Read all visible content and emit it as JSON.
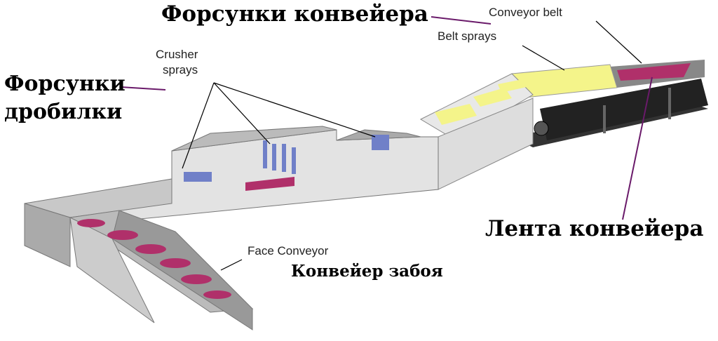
{
  "labels": {
    "belt_sprays_ru": "Форсунки конвейера",
    "conveyor_belt_en": "Conveyor belt",
    "belt_sprays_en": "Belt sprays",
    "crusher_sprays_en_1": "Crusher",
    "crusher_sprays_en_2": "sprays",
    "crusher_sprays_ru_1": "Форсунки",
    "crusher_sprays_ru_2": "дробилки",
    "conveyor_belt_ru": "Лента конвейера",
    "face_conveyor_en": "Face Conveyor",
    "face_conveyor_ru": "Конвейер забоя"
  },
  "colors": {
    "leader": "#6a1a6a",
    "coal": "#b0306a",
    "spray_yellow": "#f4f48a",
    "machine": "#d8d8d8",
    "shadow": "#8a8a8a"
  }
}
